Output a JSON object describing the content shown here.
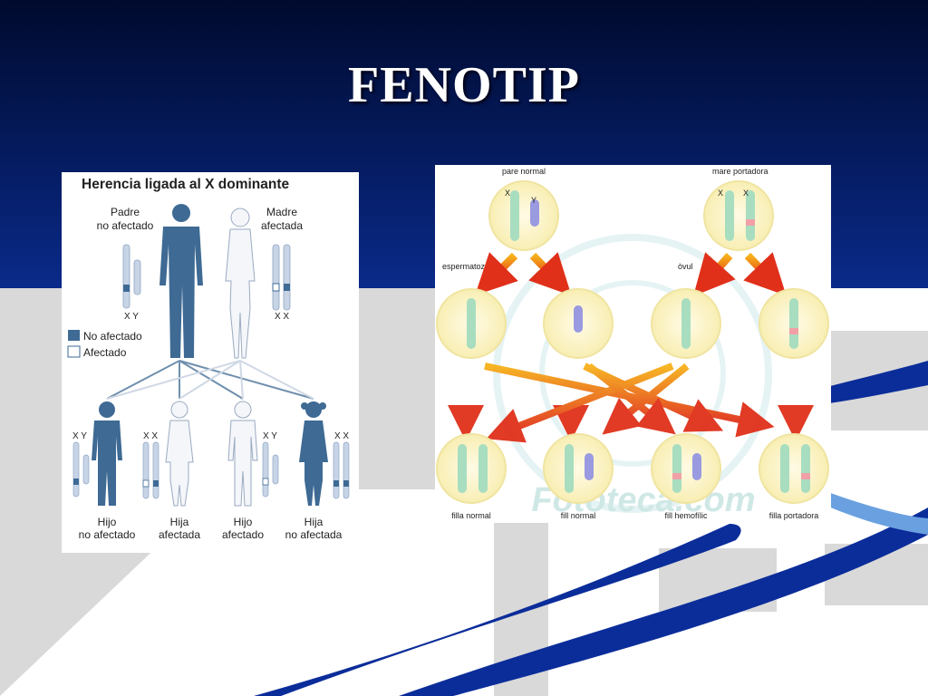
{
  "slide": {
    "title": "FENOTIP",
    "colors": {
      "navy_top": "#000a2e",
      "navy_bottom": "#0a2a8a",
      "gray": "#d9d9d9",
      "swoosh": "#0b2d9a",
      "affected": "#f4f6fa",
      "unaffected": "#3e6a94"
    }
  },
  "left_diagram": {
    "heading": "Herencia ligada al X dominante",
    "father_label_1": "Padre",
    "father_label_2": "no afectado",
    "mother_label_1": "Madre",
    "mother_label_2": "afectada",
    "father_chrom_label": "X Y",
    "mother_chrom_label": "X X",
    "legend_unaffected": "No afectado",
    "legend_affected": "Afectado",
    "children": [
      {
        "chrom": "X Y",
        "line1": "Hijo",
        "line2": "no afectado"
      },
      {
        "chrom": "X X",
        "line1": "Hija",
        "line2": "afectada"
      },
      {
        "chrom": "X Y",
        "line1": "Hijo",
        "line2": "afectado"
      },
      {
        "chrom": "X X",
        "line1": "Hija",
        "line2": "no afectada"
      }
    ]
  },
  "right_diagram": {
    "father_label": "pare normal",
    "mother_label": "mare portadora",
    "sperm_label": "espermatozou",
    "egg_label": "òvul",
    "x_letter": "X",
    "y_letter": "Y",
    "watermark": "Fototeca.com",
    "children": [
      "filla normal",
      "fill normal",
      "fill hemofílic",
      "filla portadora"
    ]
  }
}
